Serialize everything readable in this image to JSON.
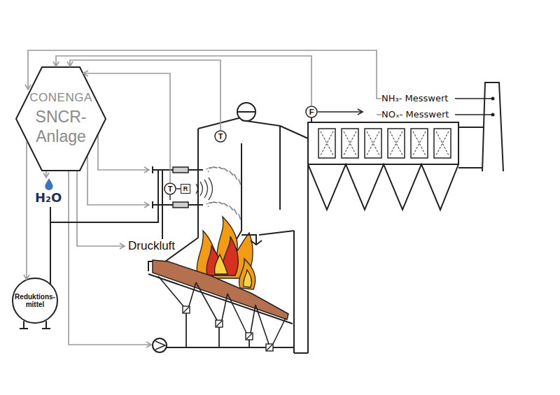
{
  "diagram": {
    "nodes": [
      {
        "text": [
          "CONENGA",
          "SNCR- Anlage"
        ]
      },
      {
        "text": [
          "Reduktions- mittel"
        ]
      },
      {
        "text": [
          "T"
        ]
      },
      {
        "text": [
          "F"
        ]
      },
      {
        "text": [
          "T"
        ]
      },
      {
        "text": [
          "R"
        ]
      }
    ],
    "edges": [
      {
        "from": 2,
        "to": 0,
        "arrow": "to"
      },
      {
        "from": 3,
        "to": 0,
        "arrow": "to"
      },
      {
        "from": 4,
        "to": 0,
        "arrow": "to"
      },
      {
        "from": 0,
        "to": 1,
        "arrow": "to"
      }
    ],
    "labels": [
      "H₂O",
      "Druckluft",
      "NH₃- Messwert",
      "NOₓ- Messwert"
    ]
  }
}
